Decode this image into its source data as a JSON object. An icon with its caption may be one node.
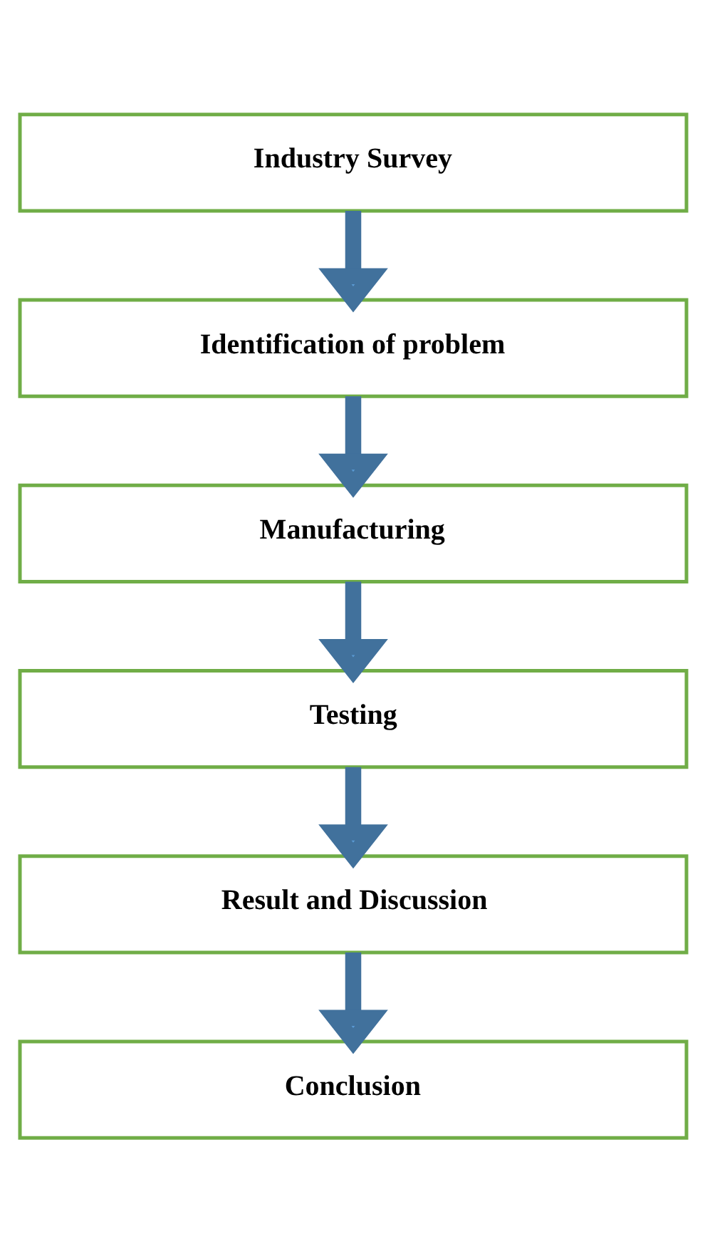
{
  "diagram": {
    "nodes": [
      {
        "text": [
          "Industry Survey"
        ]
      },
      {
        "text": [
          "Identification of problem"
        ]
      },
      {
        "text": [
          "Manufacturing"
        ]
      },
      {
        "text": [
          "Testing"
        ]
      },
      {
        "text": [
          "Result and Discussion"
        ]
      },
      {
        "text": [
          "Conclusion"
        ]
      }
    ],
    "edges": [
      {
        "from": 0,
        "to": 1,
        "arrow": "to"
      },
      {
        "from": 1,
        "to": 2,
        "arrow": "to"
      },
      {
        "from": 2,
        "to": 3,
        "arrow": "to"
      },
      {
        "from": 3,
        "to": 4,
        "arrow": "to"
      },
      {
        "from": 4,
        "to": 5,
        "arrow": "to"
      }
    ]
  }
}
